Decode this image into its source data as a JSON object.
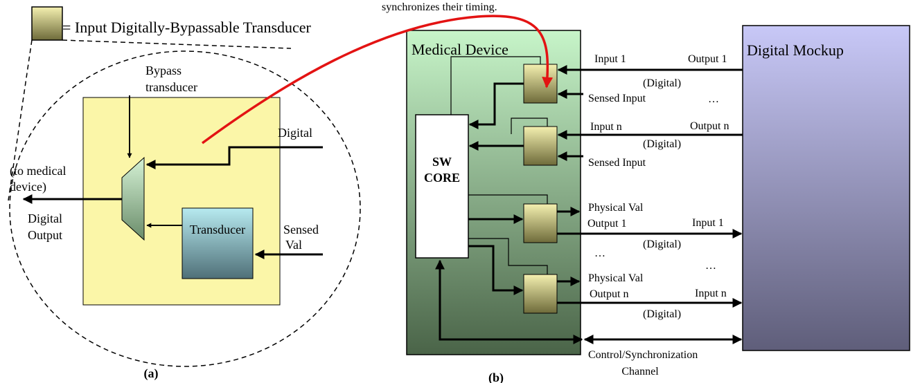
{
  "legend": {
    "label": "= Input Digitally-Bypassable Transducer"
  },
  "top_note": "synchronizes their timing.",
  "panel_a": {
    "caption": "(a)",
    "bypass_line1": "Bypass",
    "bypass_line2": "transducer",
    "digital_input": "Digital",
    "to_medical_line1": "(to medical",
    "to_medical_line2": "device)",
    "digital_output_line1": "Digital",
    "digital_output_line2": "Output",
    "transducer": "Transducer",
    "sensed_line1": "Sensed",
    "sensed_line2": "Val"
  },
  "panel_b": {
    "caption": "(b)",
    "medical_device": "Medical Device",
    "digital_mockup": "Digital Mockup",
    "sw_core_line1": "SW",
    "sw_core_line2": "CORE",
    "input_1": "Input 1",
    "output_1": "Output 1",
    "digital_1": "(Digital)",
    "sensed_input_1": "Sensed Input",
    "ellipsis_top": "…",
    "input_n": "Input n",
    "output_n": "Output n",
    "digital_2": "(Digital)",
    "sensed_input_2": "Sensed Input",
    "physical_val_1": "Physical Val",
    "phys_output_1": "Output 1",
    "mock_input_1": "Input 1",
    "digital_3": "(Digital)",
    "ellipsis_left": "…",
    "ellipsis_right": "…",
    "physical_val_2": "Physical Val",
    "phys_output_n": "Output n",
    "mock_input_n": "Input n",
    "digital_4": "(Digital)",
    "control_line1": "Control/Synchronization",
    "control_line2": "Channel"
  },
  "colors": {
    "panel_a_box": "#fbf6a8",
    "transducer_top": "#b7eaf0",
    "transducer_bottom": "#4f7078",
    "idbt_top": "#f4f0b0",
    "idbt_bottom": "#6e6b3a",
    "medical_top": "#c7f5c9",
    "medical_bottom": "#4a6448",
    "mockup_top": "#c8c8f7",
    "mockup_bottom": "#5f5e7a",
    "curve": "#e31313"
  }
}
